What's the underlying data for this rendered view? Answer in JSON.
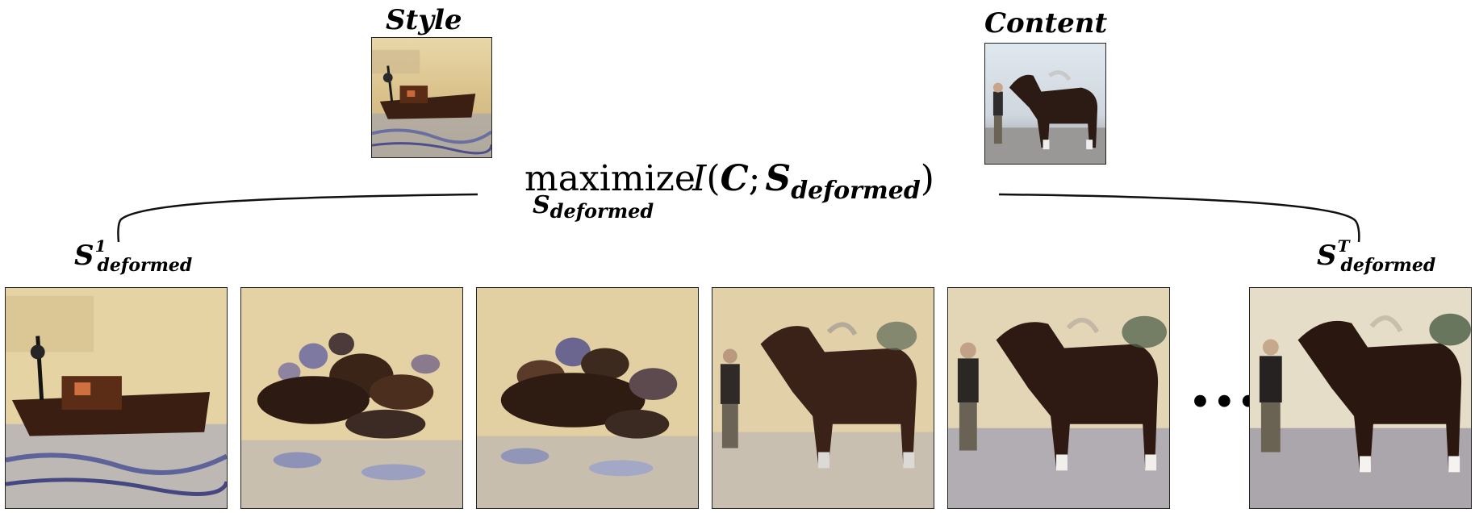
{
  "style_label": "Style",
  "content_label": "Content",
  "formula": {
    "operator": "maximize",
    "operator_sub": "S",
    "operator_sub_sub": "deformed",
    "info_func": "I",
    "open_paren": "(",
    "C": "C",
    "semi": ";",
    "S": "S",
    "S_sub": "deformed",
    "close_paren": ")"
  },
  "first_label": {
    "base": "S",
    "sup": "1",
    "sub": "deformed"
  },
  "last_label": {
    "base": "S",
    "sup": "T",
    "sub": "deformed"
  },
  "ellipsis": "•••"
}
